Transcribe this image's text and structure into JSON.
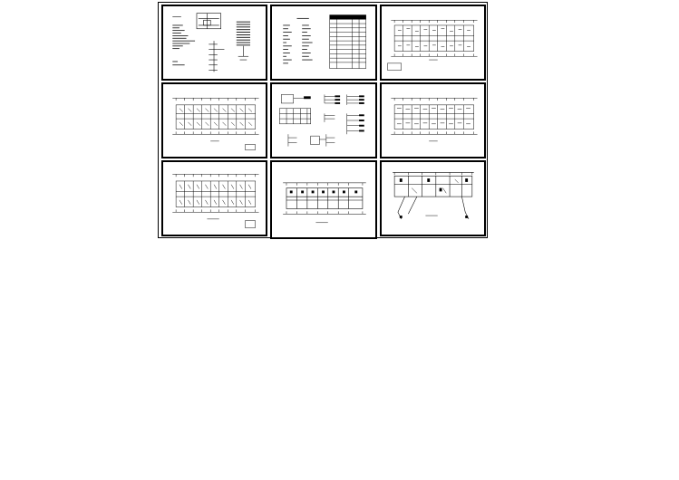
{
  "drawing_set": {
    "sheets": [
      {
        "id": "sheet-1",
        "kind": "design-notes-and-riser",
        "caption": ""
      },
      {
        "id": "sheet-2",
        "kind": "legend-and-schedule",
        "caption": ""
      },
      {
        "id": "sheet-3",
        "kind": "floor-plan",
        "caption": ""
      },
      {
        "id": "sheet-4",
        "kind": "floor-plan",
        "caption": ""
      },
      {
        "id": "sheet-5",
        "kind": "system-diagrams",
        "caption": ""
      },
      {
        "id": "sheet-6",
        "kind": "floor-plan",
        "caption": ""
      },
      {
        "id": "sheet-7",
        "kind": "floor-plan",
        "caption": ""
      },
      {
        "id": "sheet-8",
        "kind": "floor-plan",
        "caption": ""
      },
      {
        "id": "sheet-9",
        "kind": "site-floor-plan",
        "caption": ""
      }
    ]
  },
  "colors": {
    "line": "#000000",
    "paper": "#ffffff"
  }
}
